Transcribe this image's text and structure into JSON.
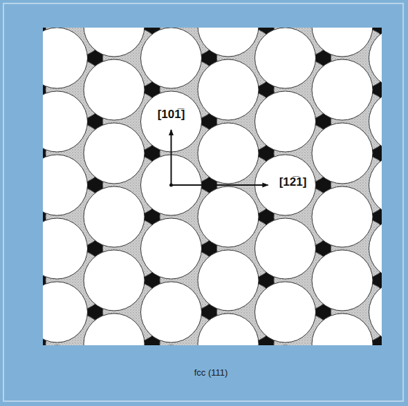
{
  "diagram": {
    "caption": "fcc (111)",
    "labels": [
      "[101̅]",
      "[12̅1]"
    ]
  }
}
